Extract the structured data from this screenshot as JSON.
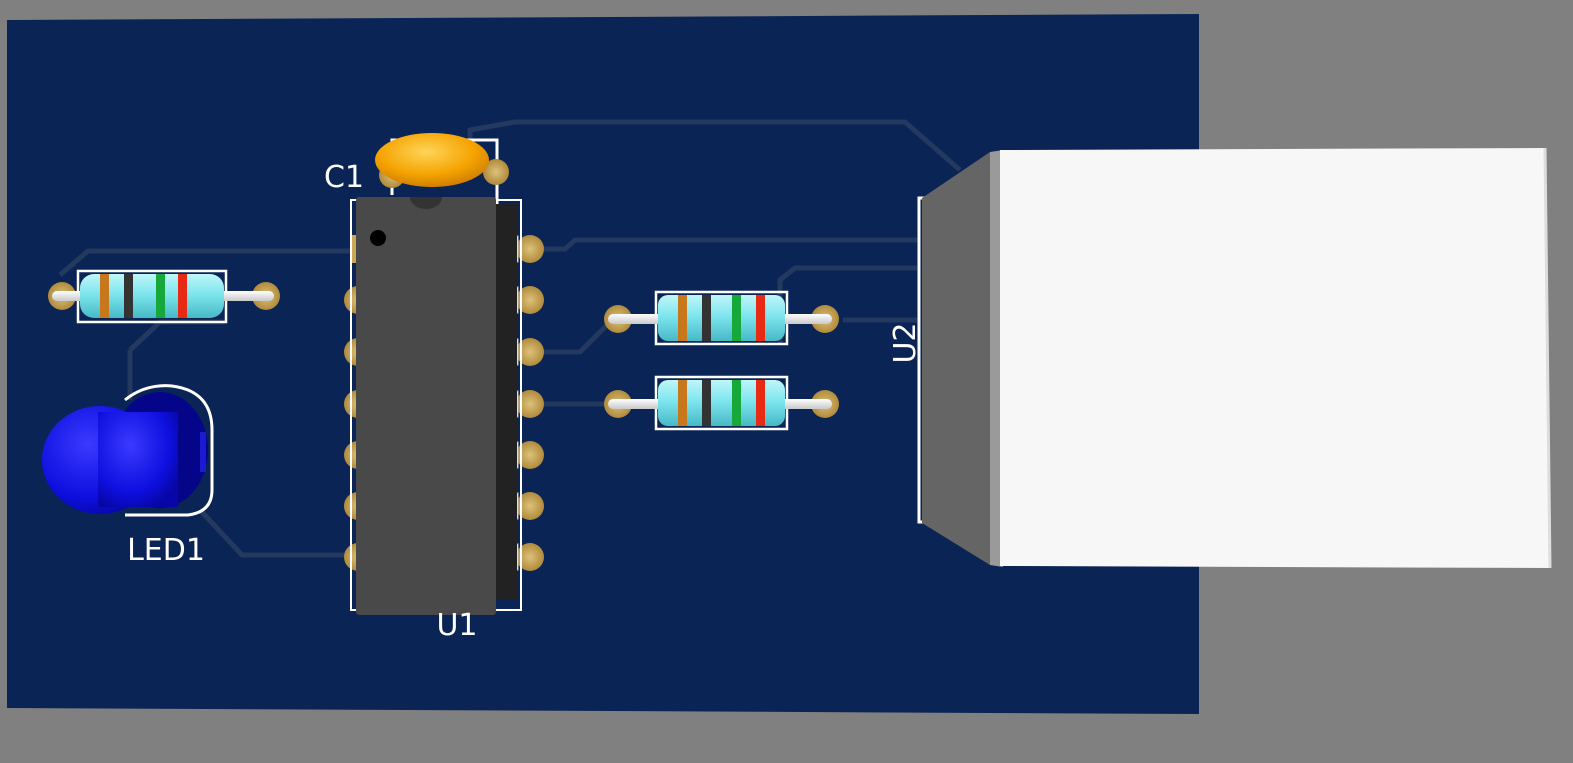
{
  "app": {
    "title": "PCB 3D View"
  },
  "board": {
    "color": "#0a2456",
    "trace_color": "#24395f",
    "background": "#808080"
  },
  "components": {
    "c1": {
      "designator": "C1",
      "body_color": "#f2a000"
    },
    "u1": {
      "designator": "U1",
      "pin_count": 14,
      "body_color": "#494949"
    },
    "u2": {
      "designator": "U2",
      "body_color": "#f7f7f7"
    },
    "led1": {
      "designator": "LED1",
      "body_color": "#1010e8"
    },
    "r_top_left": {
      "bands": [
        "#c8781c",
        "#333333",
        "#16a83a",
        "#e62a14"
      ]
    },
    "r_mid_upper": {
      "bands": [
        "#c8781c",
        "#333333",
        "#16a83a",
        "#e62a14"
      ]
    },
    "r_mid_lower": {
      "bands": [
        "#c8781c",
        "#333333",
        "#16a83a",
        "#e62a14"
      ]
    }
  }
}
